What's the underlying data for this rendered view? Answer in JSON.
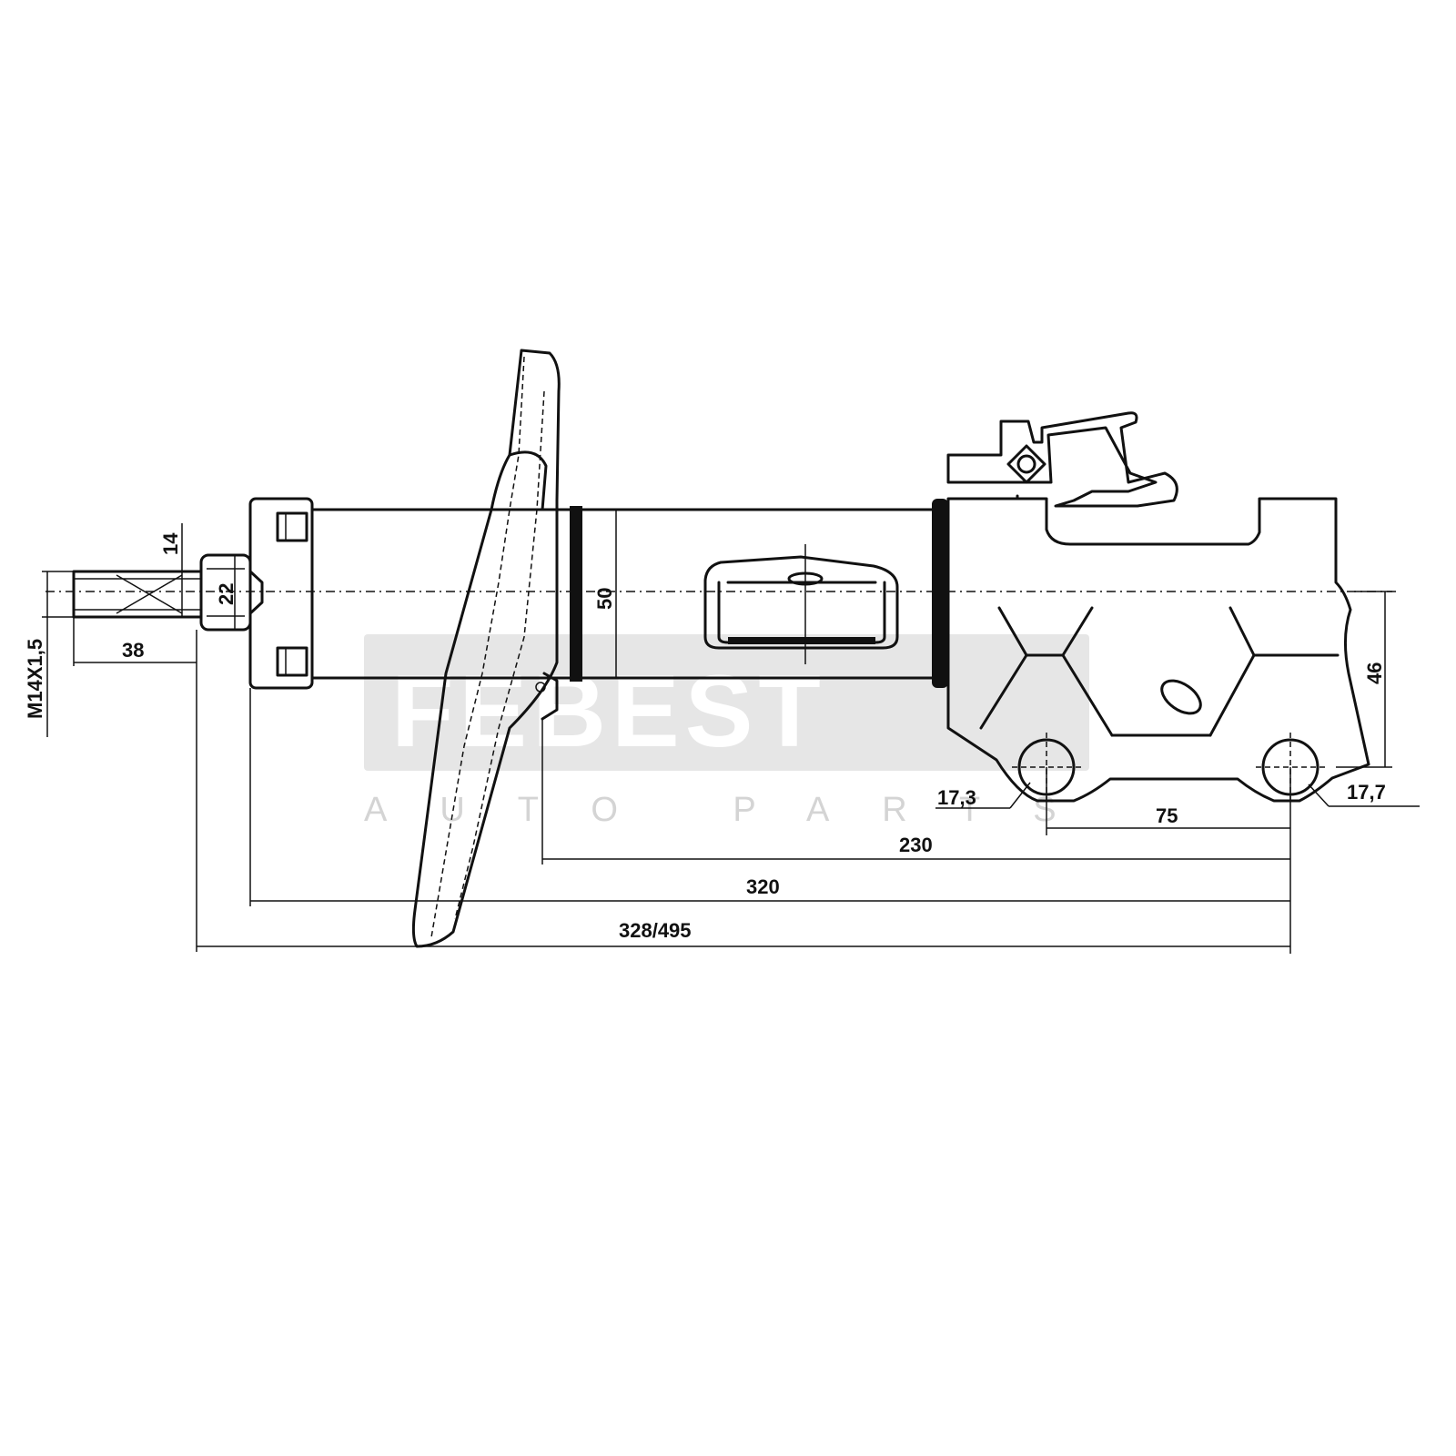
{
  "watermark": {
    "brand": "FEBEST",
    "tagline": "AUTO PARTS"
  },
  "dimensions": {
    "thread": "M14X1,5",
    "rod_length": "38",
    "rod_width": "14",
    "nut_diameter": "22",
    "tube_diameter": "50",
    "bracket_height": "46",
    "hole_left": "17,3",
    "hole_right": "17,7",
    "hole_spacing": "75",
    "length_230": "230",
    "length_320": "320",
    "length_total": "328/495"
  }
}
